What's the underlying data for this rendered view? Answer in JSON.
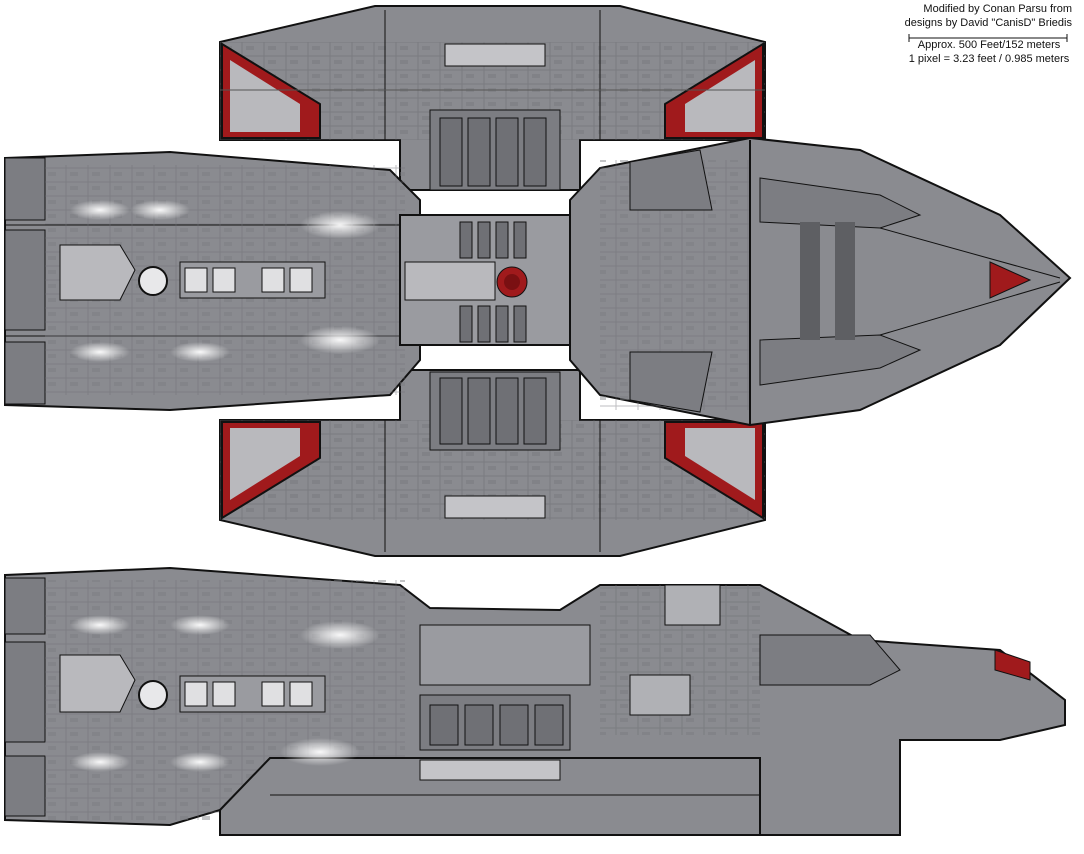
{
  "credit": {
    "line1": "Modified by Conan Parsu from",
    "line2": "designs by David \"CanisD\" Briedis"
  },
  "scale": {
    "approx_length": "Approx. 500 Feet/152 meters",
    "pixel_ratio": "1 pixel = 3.23 feet / 0.985 meters"
  },
  "colors": {
    "hull": "#8a8b90",
    "hull_dark": "#6f7075",
    "hull_light": "#a3a4a8",
    "panel_line": "#1a1a1a",
    "accent_red": "#a01a1c",
    "glow": "#f2f2f2"
  },
  "views": [
    "top-view",
    "side-view"
  ],
  "icons": [
    "battlestar-emblem-icon",
    "engine-nozzle-icon",
    "flight-pod-icon",
    "scale-bar-icon"
  ]
}
